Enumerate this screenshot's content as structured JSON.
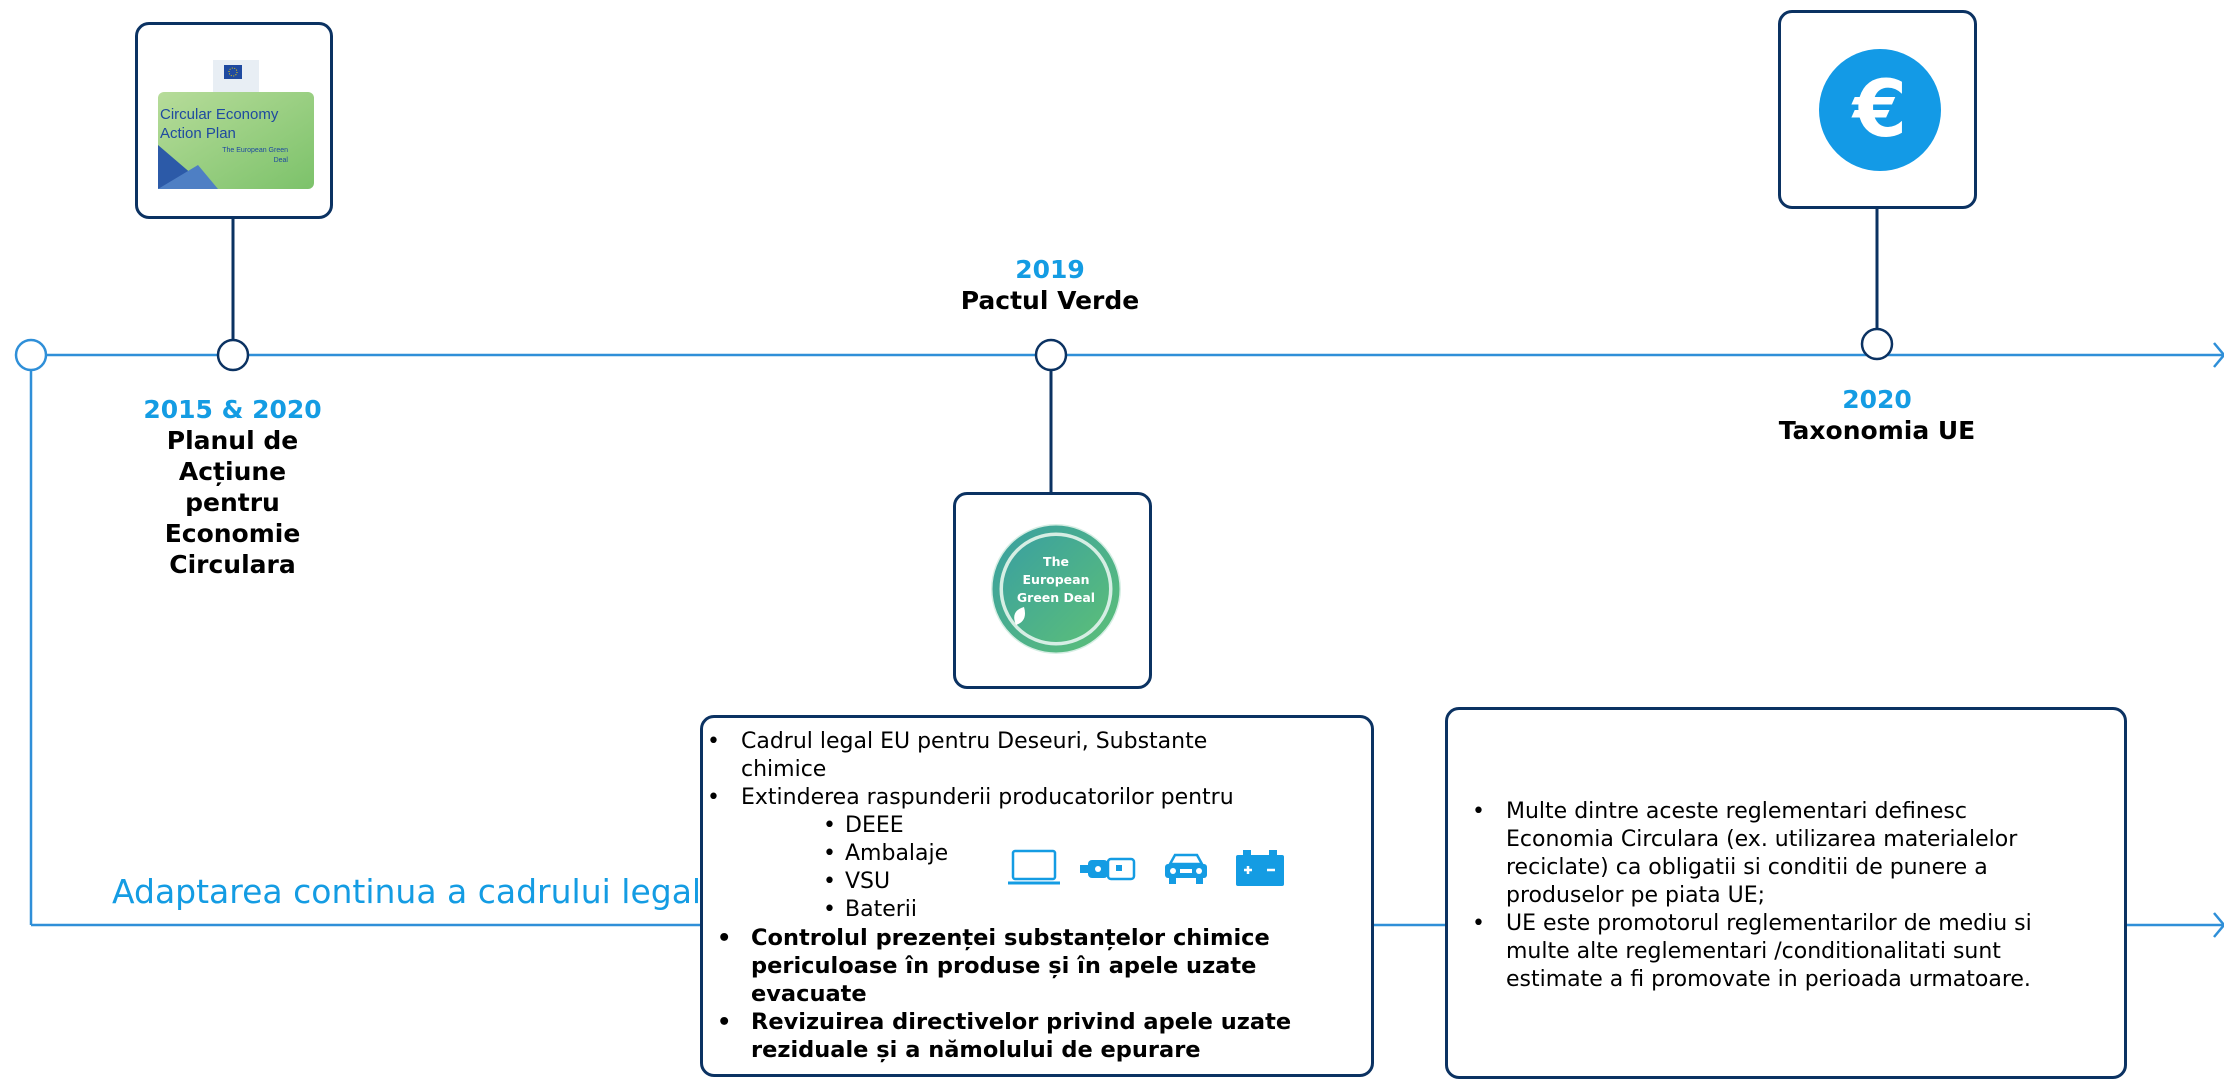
{
  "milestones": [
    {
      "year": "2015 & 2020",
      "title": "Planul de Acțiune pentru Economie Circulara"
    },
    {
      "year": "2019",
      "title": "Pactul Verde"
    },
    {
      "year": "2020",
      "title": "Taxonomia UE"
    }
  ],
  "cea_image": {
    "title": "Circular Economy Action Plan",
    "subtitle": "The European Green Deal"
  },
  "green_deal_image": {
    "text": "The European Green Deal"
  },
  "taxonomy_icon": {
    "symbol": "€",
    "icon": "euro-icon"
  },
  "legal_label": "Adaptarea continua a cadrului legal",
  "box_left": {
    "items": [
      "Cadrul legal EU pentru Deseuri, Substante chimice",
      "Extinderea raspunderii producatorilor pentru"
    ],
    "sub_items": [
      "DEEE",
      "Ambalaje",
      "VSU",
      "Baterii"
    ],
    "icons": [
      "laptop-icon",
      "usb-icon",
      "car-icon",
      "battery-icon"
    ],
    "bold_items": [
      "Controlul prezenței substanțelor chimice periculoase în produse și în apele uzate evacuate",
      "Revizuirea directivelor privind apele uzate reziduale și a nămolului de epurare"
    ]
  },
  "box_right": {
    "items": [
      "Multe dintre aceste reglementari definesc Economia Circulara (ex. utilizarea materialelor reciclate) ca obligatii si conditii de punere a produselor pe piata UE;",
      "UE este promotorul reglementarilor de mediu si multe alte reglementari /conditionalitati sunt estimate a fi promovate in perioada urmatoare."
    ]
  },
  "colors": {
    "accent": "#149ce3",
    "navy": "#0b3262",
    "line": "#2f8fd8",
    "green": "#4fb08c"
  }
}
